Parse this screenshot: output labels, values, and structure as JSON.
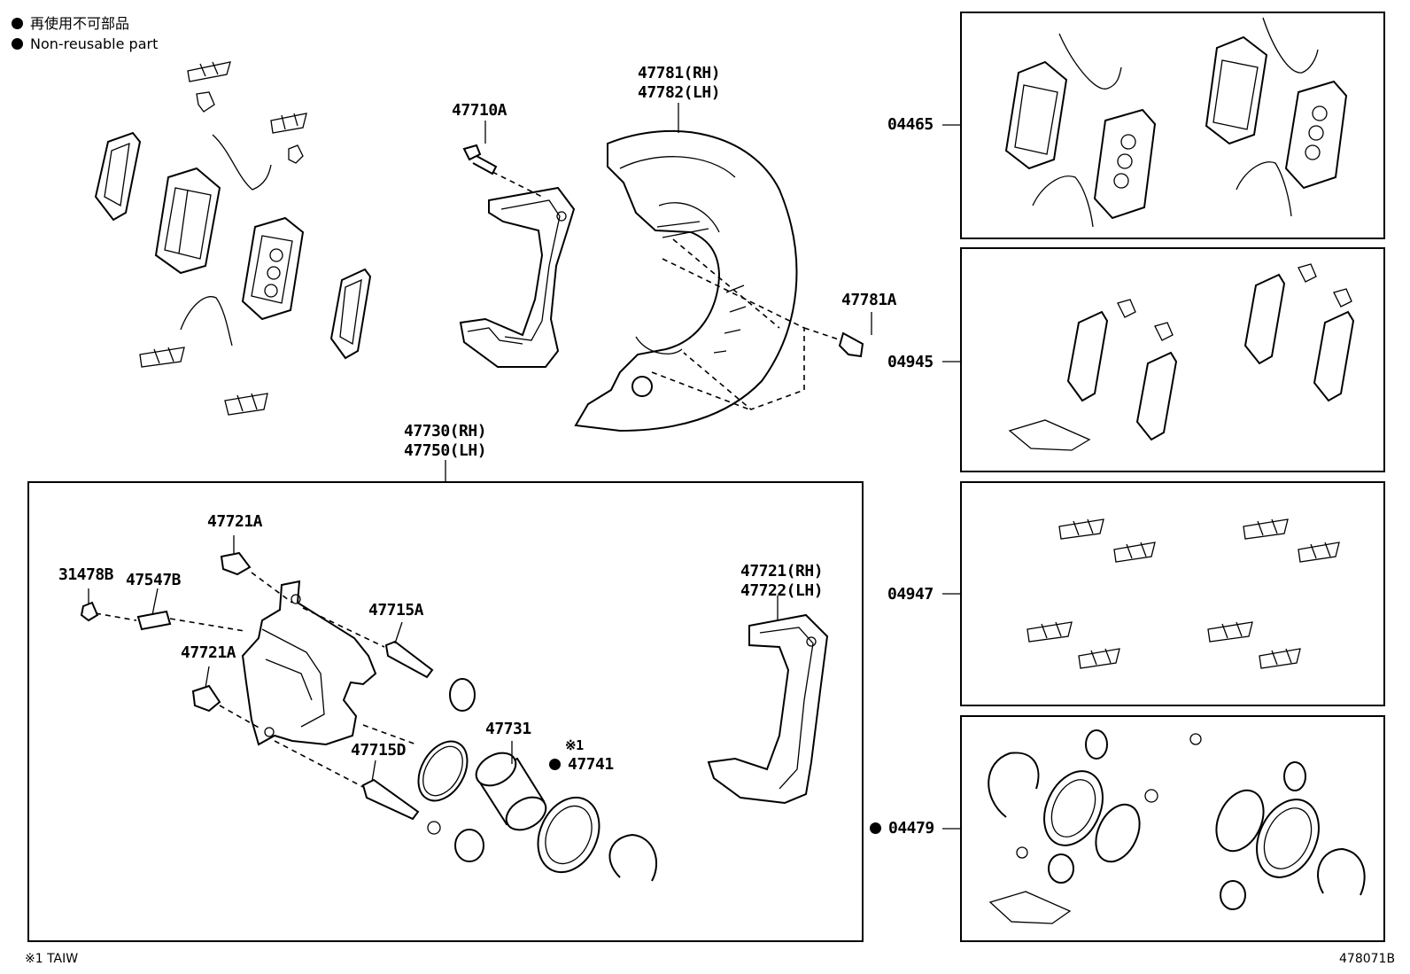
{
  "legend": {
    "jp": "再使用不可部品",
    "en": "Non-reusable part"
  },
  "labels": {
    "p47710A": "47710A",
    "p47781": "47781(RH)",
    "p47782": "47782(LH)",
    "p47781A": "47781A",
    "p47730": "47730(RH)",
    "p47750": "47750(LH)",
    "p47721A_top": "47721A",
    "p31478B": "31478B",
    "p47547B": "47547B",
    "p47715A": "47715A",
    "p47721A_mid": "47721A",
    "p47721": "47721(RH)",
    "p47722": "47722(LH)",
    "p47715D": "47715D",
    "p47731": "47731",
    "note_mark": "※1",
    "p47741": "47741",
    "p04465": "04465",
    "p04945": "04945",
    "p04947": "04947",
    "p04479": "04479"
  },
  "footer": {
    "note": "※1 TAIW",
    "diagram_id": "478071B"
  }
}
